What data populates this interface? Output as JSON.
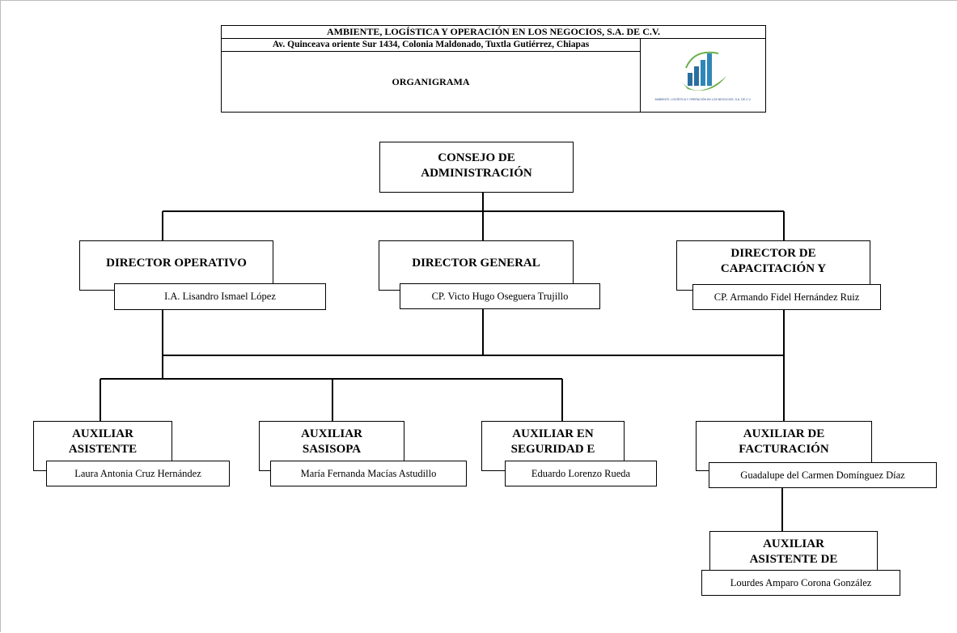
{
  "header": {
    "company": "AMBIENTE, LOGÍSTICA Y OPERACIÓN EN LOS NEGOCIOS, S.A. DE C.V.",
    "address": "Av. Quinceava oriente Sur 1434, Colonia Maldonado, Tuxtla Gutiérrez, Chiapas",
    "document_title": "ORGANIGRAMA",
    "logo_text": "AMBIENTE, LOGÍSTICA Y OPERACIÓN EN LOS NEGOCIOS, S.A. DE C.V.",
    "logo_colors": {
      "bars": "#2a6fa0",
      "leaf": "#6ab04c"
    }
  },
  "org_chart": {
    "consejo": {
      "title": "CONSEJO DE ADMINISTRACIÓN"
    },
    "directors": [
      {
        "title": "DIRECTOR OPERATIVO",
        "name": "I.A. Lisandro Ismael López"
      },
      {
        "title": "DIRECTOR GENERAL",
        "name": "CP. Victo Hugo Oseguera Trujillo"
      },
      {
        "title": "DIRECTOR DE CAPACITACIÓN Y",
        "name": "CP. Armando Fidel Hernández Ruiz"
      }
    ],
    "auxiliares": [
      {
        "title": "AUXILIAR ASISTENTE",
        "name": "Laura Antonia Cruz Hernández"
      },
      {
        "title": "AUXILIAR SASISOPA",
        "name": "María Fernanda Macías Astudillo"
      },
      {
        "title": "AUXILIAR EN SEGURIDAD E",
        "name": "Eduardo Lorenzo Rueda"
      },
      {
        "title": "AUXILIAR DE FACTURACIÓN",
        "name": "Guadalupe del Carmen Domínguez Díaz"
      },
      {
        "title": "AUXILIAR ASISTENTE DE",
        "name": "Lourdes Amparo Corona González"
      }
    ]
  }
}
